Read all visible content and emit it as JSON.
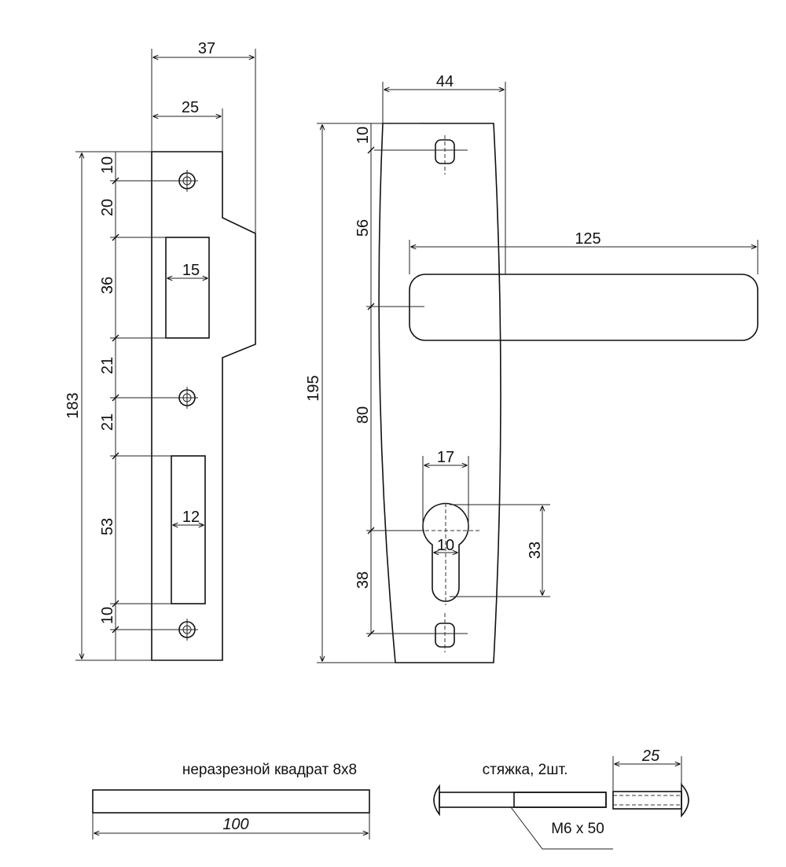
{
  "strike_plate": {
    "width_total": "37",
    "width_inner": "25",
    "height_total": "183",
    "seg_1": "10",
    "seg_2": "20",
    "seg_3": "36",
    "seg_4": "21",
    "seg_5": "21",
    "seg_6": "53",
    "seg_7": "10",
    "slot_upper_width": "15",
    "slot_lower_width": "12"
  },
  "handle_plate": {
    "width": "44",
    "height_total": "195",
    "seg_top": "10",
    "seg_handle": "56",
    "seg_mid": "80",
    "seg_bottom": "38",
    "lever_length": "125",
    "cyl_width": "17",
    "cyl_inner": "10",
    "cyl_height": "33"
  },
  "spindle": {
    "caption": "неразрезной квадрат 8x8",
    "length": "100"
  },
  "bolt": {
    "caption": "стяжка, 2шт.",
    "size": "M6 x 50",
    "sleeve_length": "25"
  }
}
